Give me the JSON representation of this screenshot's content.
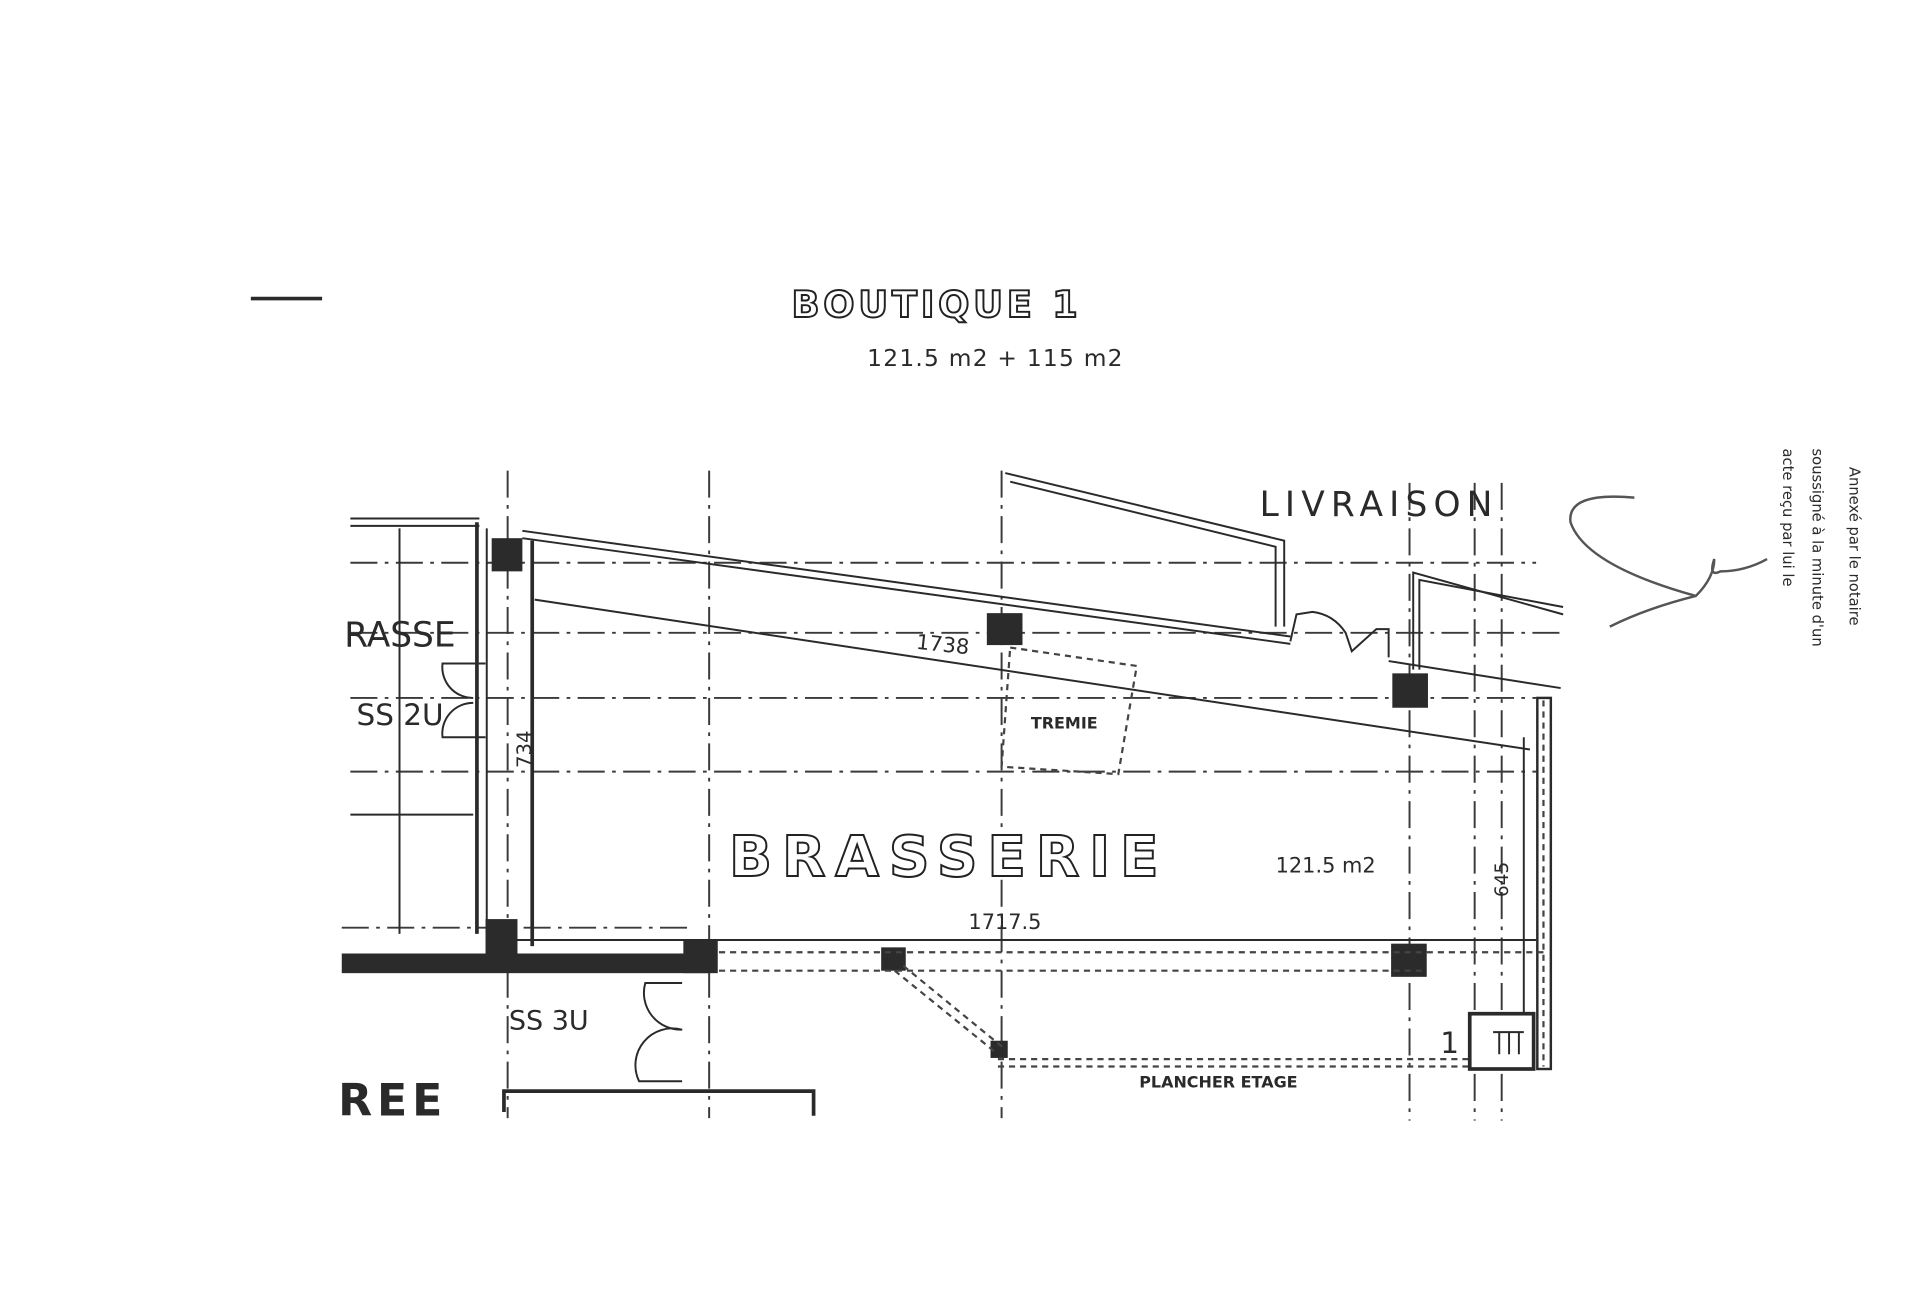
{
  "plan": {
    "title": "BOUTIQUE 1",
    "subtitle": "121.5 m2 + 115 m2",
    "rooms": {
      "main": "BRASSERIE",
      "main_area": "121.5 m2",
      "delivery": "LIVRAISON",
      "terrace": "RASSE",
      "ss2": "SS 2U",
      "ss3": "SS 3U",
      "opening": "TREMIE",
      "floor_note": "PLANCHER ETAGE",
      "entry": "REE",
      "stair_number": "1"
    },
    "dimensions": {
      "top": "1738",
      "bottom": "1717.5",
      "left": "734",
      "right": "645"
    },
    "stamp_text": [
      "Annexé par le notaire",
      "soussigné à la minute d'un",
      "acte reçu par lui le"
    ]
  }
}
